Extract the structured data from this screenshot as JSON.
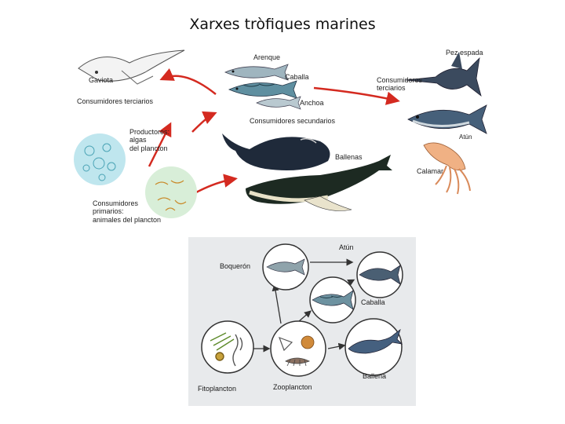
{
  "title": "Xarxes tròfiques marines",
  "top": {
    "gaviota": "Gaviota",
    "consumidores_terciarios_left": "Consumidores terciarios",
    "productores": [
      "Productores:",
      "algas",
      "del plancton"
    ],
    "consumidores_primarios": [
      "Consumidores",
      "primarios:",
      "animales del plancton"
    ],
    "arenque": "Arenque",
    "caballa": "Caballa",
    "anchoa": "Anchoa",
    "consumidores_secundarios": "Consumidores secundarios",
    "ballenas": "Ballenas",
    "pez_espada": "Pez espada",
    "consumidores_terciarios_right": [
      "Consumidores",
      "terciarios"
    ],
    "atun": "Atún",
    "calamar": "Calamar"
  },
  "bottom": {
    "atun": "Atún",
    "boqueron": "Boquerón",
    "caballa": "Caballa",
    "ballena": "Ballena",
    "fitoplancton": "Fitoplancton",
    "zooplancton": "Zooplancton"
  },
  "colors": {
    "arrow_red": "#d42a20",
    "arrow_dark": "#333333",
    "panel_bg": "#e8eaec",
    "circle_bg": "#ffffff"
  }
}
